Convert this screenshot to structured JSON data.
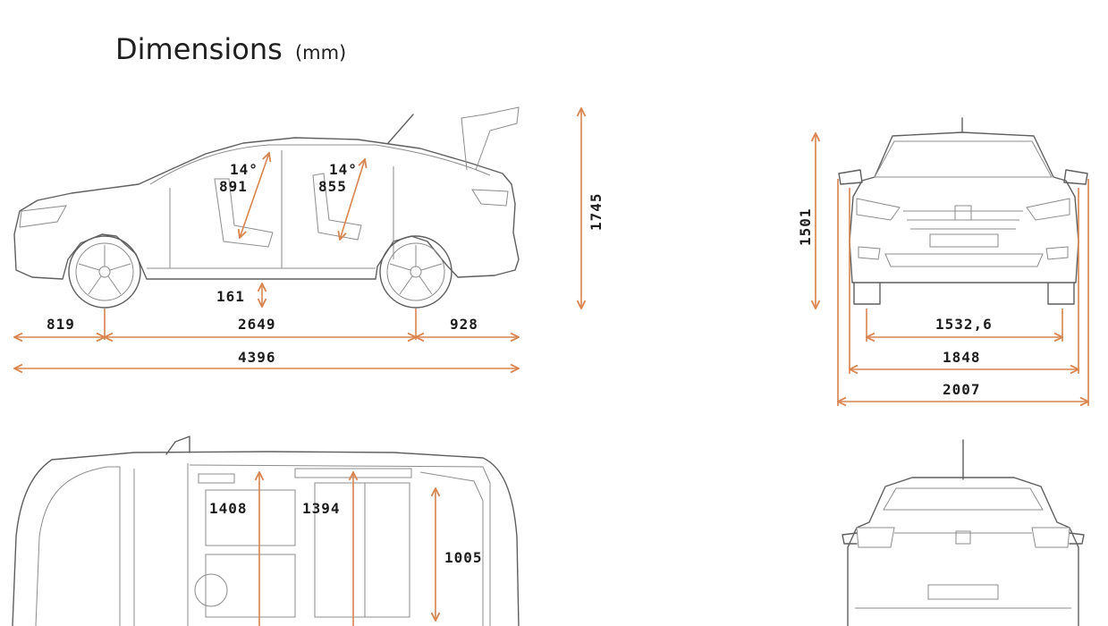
{
  "title": {
    "main": "Dimensions",
    "unit": "(mm)"
  },
  "colors": {
    "dimension_line": "#d9844e",
    "car_outline": "#5f5f5f",
    "text": "#1c1c1c"
  },
  "side_view": {
    "front_seat_angle": "14°",
    "front_headroom": "891",
    "rear_seat_angle": "14°",
    "rear_headroom": "855",
    "ground_clearance": "161",
    "front_overhang": "819",
    "wheelbase": "2649",
    "rear_overhang": "928",
    "overall_length": "4396",
    "overall_height_with_trunk_open": "1745"
  },
  "front_view": {
    "height": "1501",
    "track": "1532,6",
    "width_without_mirrors": "1848",
    "width_with_mirrors": "2007"
  },
  "top_view": {
    "front_elbow_width": "1408",
    "rear_elbow_width": "1394",
    "trunk_length": "1005"
  }
}
